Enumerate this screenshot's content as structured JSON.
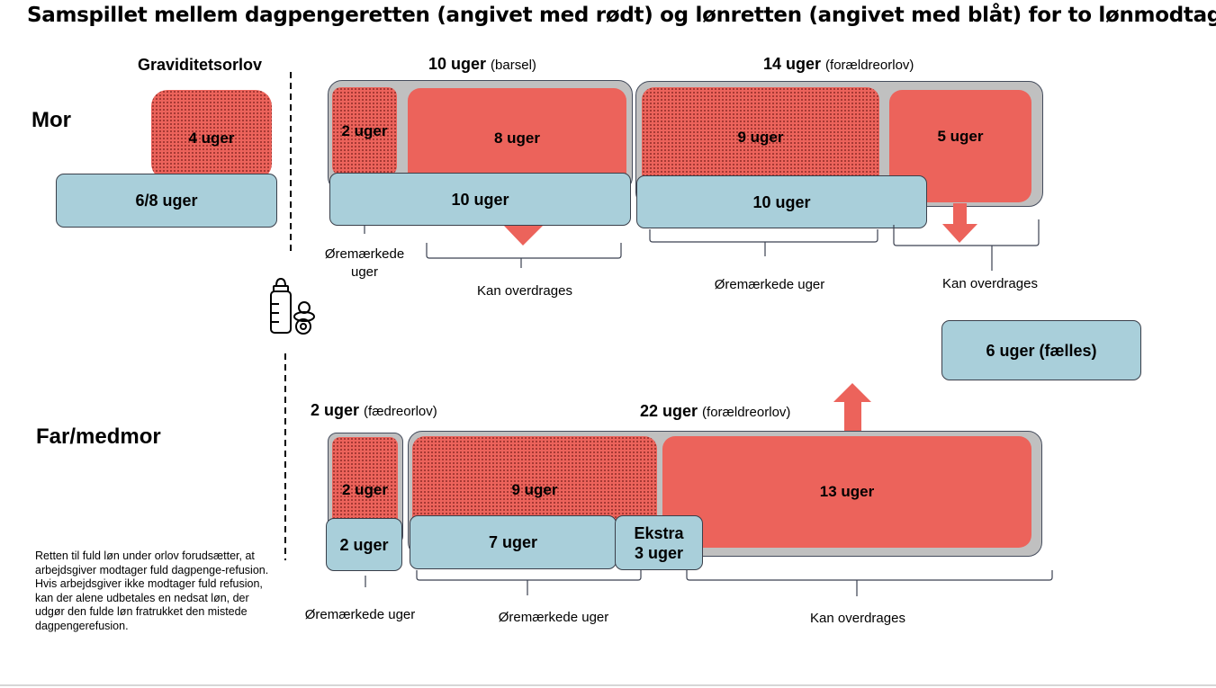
{
  "title": "Samspillet mellem dagpengeretten (angivet med rødt) og lønretten (angivet med blåt) for to lønmodtagere",
  "rows": {
    "mor": "Mor",
    "far": "Far/medmor"
  },
  "mor": {
    "graviditet_header": "Graviditetsorlov",
    "graviditet_red": "4 uger",
    "graviditet_blue": "6/8 uger",
    "barsel_header": "10 uger",
    "barsel_sub": "(barsel)",
    "barsel_red_dots": "2 uger",
    "barsel_red_solid": "8 uger",
    "barsel_blue": "10 uger",
    "foraeldre_header": "14 uger",
    "foraeldre_sub": "(forældreorlov)",
    "foraeldre_red_dots": "9 uger",
    "foraeldre_red_solid": "5 uger",
    "foraeldre_blue": "10 uger",
    "cap_oremaerkede_1": "Øremærkede\nuger",
    "cap_kan_1": "Kan overdrages",
    "cap_oremaerkede_2": "Øremærkede uger",
    "cap_kan_2": "Kan overdrages"
  },
  "faelles": "6 uger (fælles)",
  "far": {
    "faedre_header": "2 uger",
    "faedre_sub": "(fædreorlov)",
    "faedre_red": "2 uger",
    "faedre_blue": "2 uger",
    "foraeldre_header": "22 uger",
    "foraeldre_sub": "(forældreorlov)",
    "foraeldre_red_dots": "9 uger",
    "foraeldre_red_solid": "13 uger",
    "foraeldre_blue": "7 uger",
    "ekstra": "Ekstra\n3 uger",
    "cap_oremaerkede_1": "Øremærkede uger",
    "cap_oremaerkede_2": "Øremærkede uger",
    "cap_kan": "Kan overdrages"
  },
  "note": "Retten til fuld løn under orlov forudsætter, at arbejdsgiver modtager fuld dagpenge-refusion. Hvis arbejdsgiver ikke modtager fuld refusion, kan der alene udbetales en nedsat løn, der udgør den fulde løn fratrukket den mistede dagpengerefusion.",
  "colors": {
    "red": "#ec635b",
    "blue": "#a9cfda",
    "grey": "#c0c0c0"
  },
  "icons": [
    "baby-bottle-icon",
    "pacifier-icon"
  ]
}
